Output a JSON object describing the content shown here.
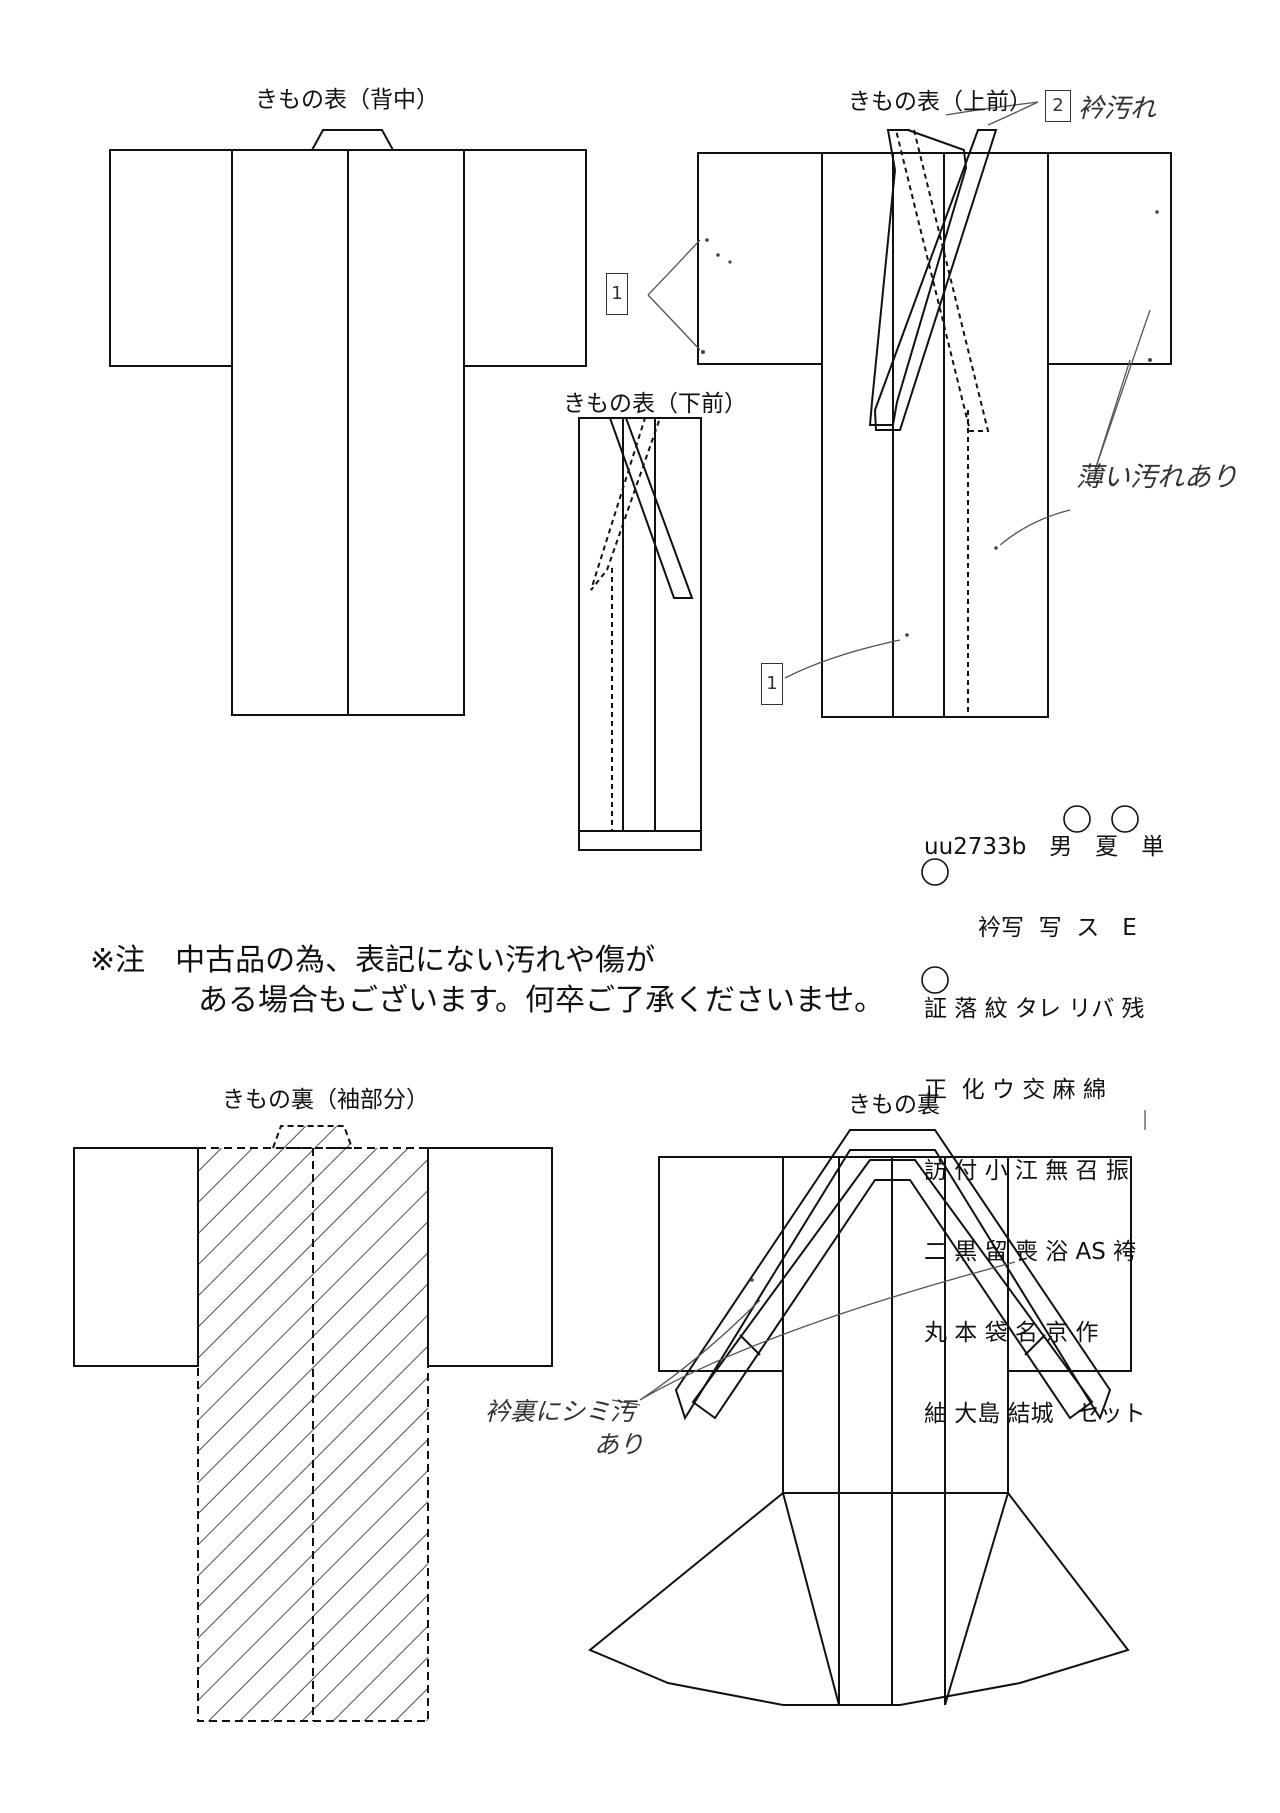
{
  "labels": {
    "back": "きもの表（背中）",
    "front_upper": "きもの表（上前）",
    "front_lower": "きもの表（下前）",
    "inner_sleeve": "きもの裏（袖部分）",
    "inner": "きもの裏"
  },
  "annotations": {
    "box1a": "1",
    "box1b": "1",
    "box2": "2",
    "collar_stain": "衿汚れ",
    "light_stain": "薄い汚れあり",
    "inner_collar_stain_1": "衿裏にシミ汚",
    "inner_collar_stain_2": "あり"
  },
  "product_code": {
    "line1": "uu2733b　男　夏　単",
    "line2": "衿写  写  ス　E",
    "line3": "証 落 紋 タレ リバ 残",
    "line4": "正  化 ウ 交 麻 綿",
    "line5": "訪 付 小 江 無 召 振",
    "line6": "二 黒 留 喪 浴 AS 袴",
    "line7": "丸 本 袋 名 京 作",
    "line8": "紬 大島 結城　セット"
  },
  "notice": {
    "line1": "※注　中古品の為、表記にない汚れや傷が",
    "line2": "ある場合もございます。何卒ご了承くださいませ。"
  }
}
